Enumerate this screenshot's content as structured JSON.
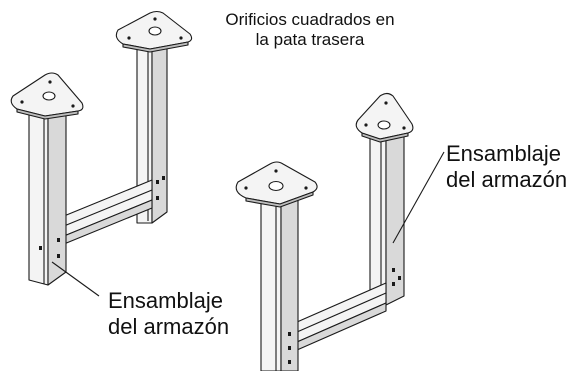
{
  "labels": {
    "square_holes": {
      "line1": "Orificios cuadrados en",
      "line2": "la pata trasera"
    },
    "frame_left": {
      "line1": "Ensamblaje",
      "line2": "del armazón"
    },
    "frame_right": {
      "line1": "Ensamblaje",
      "line2": "del armazón"
    }
  },
  "colors": {
    "line": "#1a1a1a",
    "face_light": "#f4f4f4",
    "face_shade": "#d9d9d9",
    "face_dark": "#bdbdbd"
  }
}
